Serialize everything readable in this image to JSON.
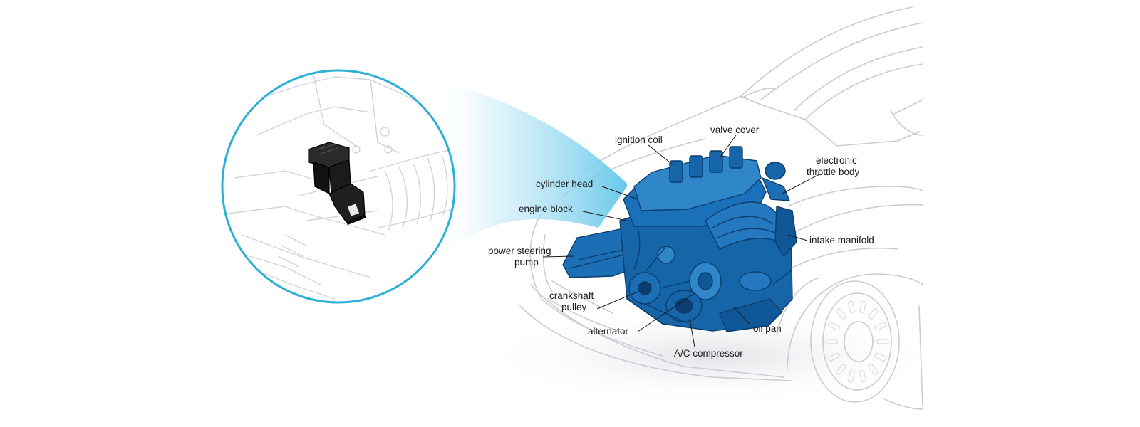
{
  "diagram": {
    "labels": {
      "ignition_coil": "ignition coil",
      "valve_cover": "valve cover",
      "electronic_throttle_body_line1": "electronic",
      "electronic_throttle_body_line2": "throttle body",
      "cylinder_head": "cylinder head",
      "engine_block": "engine block",
      "intake_manifold": "intake manifold",
      "power_steering_pump_line1": "power steering",
      "power_steering_pump_line2": "pump",
      "crankshaft_pulley_line1": "crankshaft",
      "crankshaft_pulley_line2": "pulley",
      "alternator": "alternator",
      "oil_pan": "oil pan",
      "ac_compressor": "A/C compressor"
    },
    "colors": {
      "engine": "#1565a8",
      "engine_dark": "#0b3d6e",
      "engine_light": "#2f86c9",
      "car_outline": "#c9cdd1",
      "inset_ring": "#2bb0d6",
      "beam": "#bfe6f5",
      "sensor": "#1b1b1b"
    }
  }
}
